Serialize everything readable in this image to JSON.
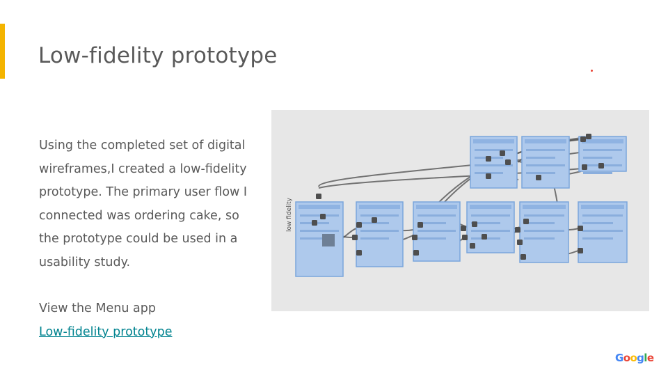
{
  "slide": {
    "title": "Low-fidelity prototype",
    "body_lines": [
      "Using the completed set of digital",
      "wireframes,I created a low-fidelity",
      "prototype. The primary user flow I",
      "connected was ordering cake, so",
      "the prototype could be used in a",
      "usability study."
    ],
    "view_label": "View the Menu app",
    "link_text": "Low-fidelity prototype"
  },
  "prototype_image": {
    "flow_label": "low fidelity"
  },
  "logo": {
    "letters": [
      "G",
      "o",
      "o",
      "g",
      "l",
      "e"
    ],
    "colors": [
      "#4285f4",
      "#ea4335",
      "#fbbc05",
      "#4285f4",
      "#34a853",
      "#ea4335"
    ]
  },
  "colors": {
    "accent": "#f4b400",
    "link": "#00838f",
    "text": "#595959",
    "frame_fill": "#aec9ec",
    "frame_border": "#7aa5dc",
    "connector": "#555555"
  }
}
